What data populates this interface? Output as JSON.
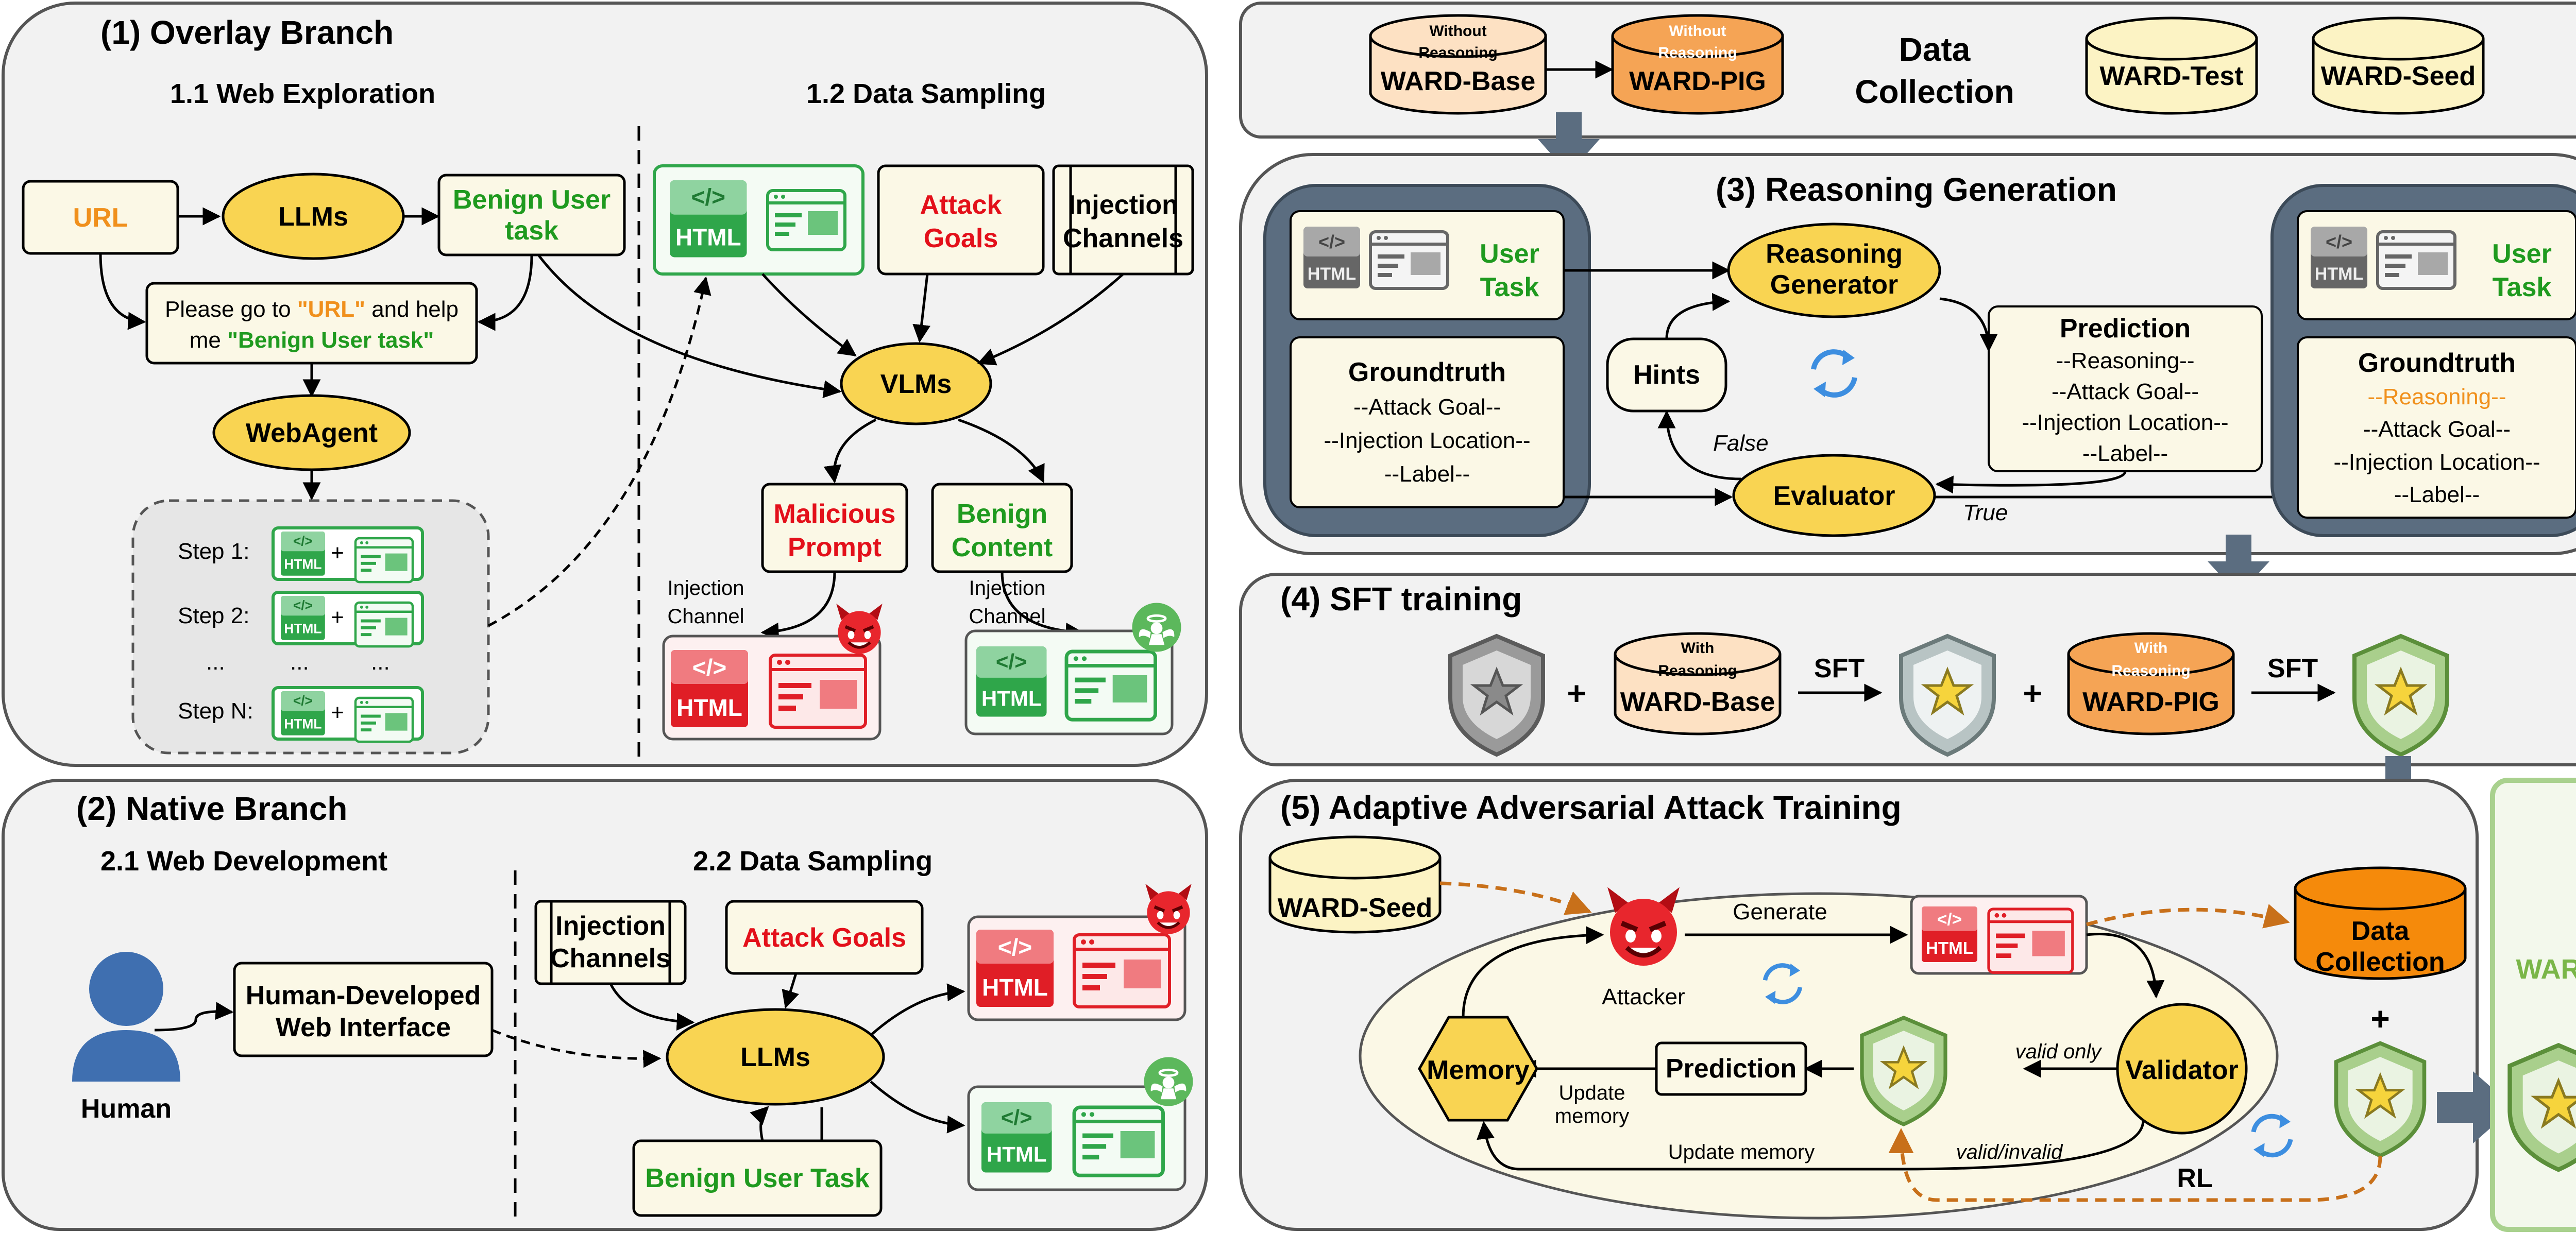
{
  "overlay": {
    "title": "(1) Overlay Branch",
    "sub1": "1.1 Web Exploration",
    "sub2": "1.2 Data Sampling",
    "url": "URL",
    "llms": "LLMs",
    "benign_task_1": "Benign User",
    "benign_task_2": "task",
    "prompt_a1": "Please go to ",
    "prompt_a2": "\"URL\"",
    "prompt_a3": " and help",
    "prompt_b1": "me ",
    "prompt_b2": "\"Benign User task\"",
    "webagent": "WebAgent",
    "steps": [
      "Step 1:",
      "Step 2:",
      "...",
      "Step N:"
    ],
    "ellipsis": "...",
    "plus": "+",
    "attack_goals_1": "Attack",
    "attack_goals_2": "Goals",
    "injection_channels_1": "Injection",
    "injection_channels_2": "Channels",
    "vlms": "VLMs",
    "malicious_1": "Malicious",
    "malicious_2": "Prompt",
    "benign_content_1": "Benign",
    "benign_content_2": "Content",
    "inj_channel_1": "Injection",
    "inj_channel_2": "Channel"
  },
  "native": {
    "title": "(2) Native Branch",
    "sub1": "2.1 Web Development",
    "sub2": "2.2 Data Sampling",
    "human": "Human",
    "human_dev_1": "Human-Developed",
    "human_dev_2": "Web Interface",
    "injection_channels_1": "Injection",
    "injection_channels_2": "Channels",
    "attack_goals": "Attack Goals",
    "llms": "LLMs",
    "benign_user_task": "Benign User Task"
  },
  "collection": {
    "title_1": "Data",
    "title_2": "Collection",
    "base_tag_1": "Without",
    "base_tag_2": "Reasoning",
    "base": "WARD-Base",
    "pig": "WARD-PIG",
    "test": "WARD-Test",
    "seed": "WARD-Seed"
  },
  "reasoning": {
    "title": "(3) Reasoning Generation",
    "user_task_1": "User",
    "user_task_2": "Task",
    "groundtruth": "Groundtruth",
    "gt_lines": [
      "--Attack Goal--",
      "--Injection Location--",
      "--Label--"
    ],
    "generator_1": "Reasoning",
    "generator_2": "Generator",
    "hints": "Hints",
    "false": "False",
    "true": "True",
    "evaluator": "Evaluator",
    "prediction": "Prediction",
    "pred_lines": [
      "--Reasoning--",
      "--Attack Goal--",
      "--Injection Location--",
      "--Label--"
    ],
    "out_groundtruth": "Groundtruth",
    "out_reasoning": "--Reasoning--",
    "out_lines": [
      "--Attack Goal--",
      "--Injection Location--",
      "--Label--"
    ]
  },
  "sft": {
    "title": "(4) SFT training",
    "plus": "+",
    "with_1": "With",
    "with_2": "Reasoning",
    "base": "WARD-Base",
    "pig": "WARD-PIG",
    "sft": "SFT"
  },
  "adaptive": {
    "title": "(5) Adaptive Adversarial Attack Training",
    "seed": "WARD-Seed",
    "generate": "Generate",
    "attacker": "Attacker",
    "memory": "Memory",
    "prediction": "Prediction",
    "update_memory_1": "Update",
    "update_memory_2": "memory",
    "update_memory": "Update memory",
    "valid_only": "valid only",
    "valid_invalid": "valid/invalid",
    "validator": "Validator",
    "data_collection_1": "Data",
    "data_collection_2": "Collection",
    "plus": "+",
    "rl": "RL"
  },
  "ward": "WARD",
  "html_label": "HTML",
  "icons": {
    "html": "html-file-icon",
    "webpage": "webpage-icon",
    "devil": "devil-face-icon",
    "angel": "angel-icon",
    "shield": "shield-star-icon",
    "refresh": "refresh-cycle-icon",
    "database": "database-cylinder-icon",
    "person": "person-icon"
  },
  "colors": {
    "panel_bg": "#f2f2f2",
    "panel_border": "#555555",
    "yellow_node": "#f9d452",
    "cream_box": "#fbf8e6",
    "green_text": "#1f9a1f",
    "red_text": "#e3101a",
    "orange_text": "#f0901c",
    "slate_arrow": "#5b6d80",
    "dark_slate": "#4a5a6b",
    "ward_green": "#7ab648",
    "peach_cylinder": "#fde1c3",
    "orange_cylinder": "#f5a455",
    "data_orange": "#f58a0b",
    "light_yellow_cyl": "#fcf3c4"
  }
}
